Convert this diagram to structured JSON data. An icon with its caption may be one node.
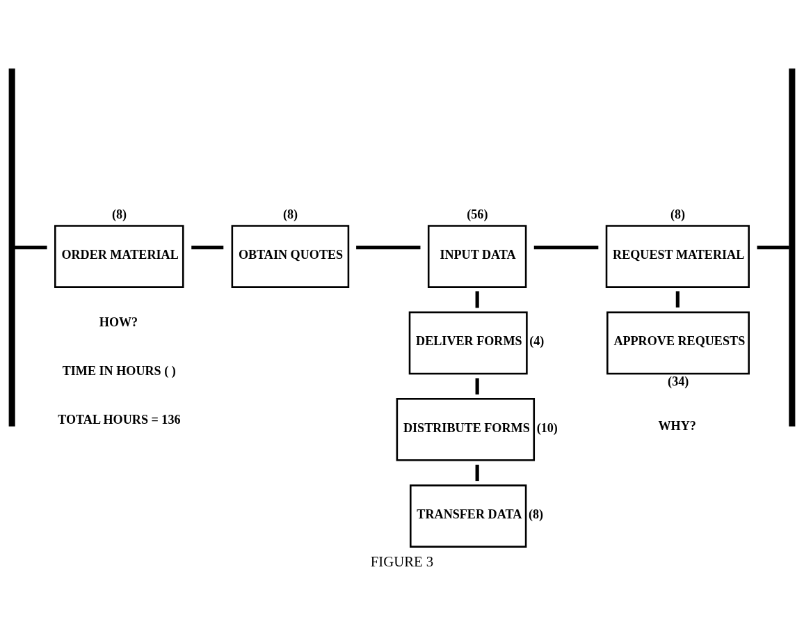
{
  "diagram": {
    "caption": "FIGURE 3",
    "nodes": [
      {
        "text": [],
        "shape": "bar"
      },
      {
        "text": [
          "ORDER MATERIAL"
        ],
        "beside": [
          "(8)"
        ]
      },
      {
        "text": [
          "OBTAIN QUOTES"
        ],
        "beside": [
          "(8)"
        ]
      },
      {
        "text": [
          "INPUT DATA"
        ],
        "beside": [
          "(56)"
        ]
      },
      {
        "text": [
          "REQUEST MATERIAL"
        ],
        "beside": [
          "(8)"
        ]
      },
      {
        "text": [],
        "shape": "bar"
      },
      {
        "text": [
          "DELIVER FORMS"
        ],
        "beside": [
          "(4)"
        ]
      },
      {
        "text": [
          "APPROVE REQUESTS"
        ],
        "beside": [
          "(34)"
        ]
      },
      {
        "text": [
          "DISTRIBUTE FORMS"
        ],
        "beside": [
          "(10)"
        ]
      },
      {
        "text": [
          "TRANSFER DATA"
        ],
        "beside": [
          "(8)"
        ]
      }
    ],
    "edges": [
      {
        "from": 0,
        "to": 1,
        "arrow": "none"
      },
      {
        "from": 1,
        "to": 2,
        "arrow": "none"
      },
      {
        "from": 2,
        "to": 3,
        "arrow": "none"
      },
      {
        "from": 3,
        "to": 4,
        "arrow": "none"
      },
      {
        "from": 4,
        "to": 5,
        "arrow": "none"
      },
      {
        "from": 3,
        "to": 6,
        "arrow": "none"
      },
      {
        "from": 6,
        "to": 8,
        "arrow": "none"
      },
      {
        "from": 8,
        "to": 9,
        "arrow": "none"
      },
      {
        "from": 4,
        "to": 7,
        "arrow": "none"
      }
    ],
    "labels": [
      "HOW?",
      "WHY?",
      "TIME IN HOURS ( )",
      "TOTAL HOURS = 136"
    ]
  }
}
